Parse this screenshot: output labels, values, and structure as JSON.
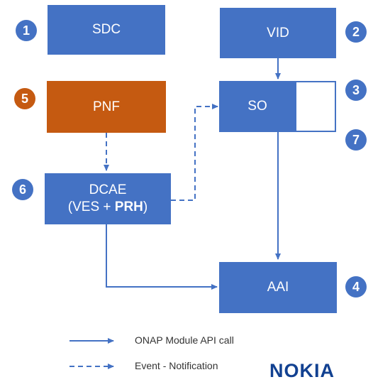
{
  "nodes": {
    "sdc": {
      "label": "SDC",
      "badge": "1"
    },
    "vid": {
      "label": "VID",
      "badge": "2"
    },
    "so": {
      "label": "SO",
      "badge": "3",
      "badge2": "7"
    },
    "aai": {
      "label": "AAI",
      "badge": "4"
    },
    "pnf": {
      "label": "PNF",
      "badge": "5"
    },
    "dcae": {
      "line1": "DCAE",
      "line2_prefix": "(VES + ",
      "line2_bold": "PRH",
      "line2_suffix": ")",
      "badge": "6"
    }
  },
  "legend": {
    "solid_label": "ONAP Module API call",
    "dashed_label": "Event - Notification"
  },
  "brand": {
    "text": "NOKIA"
  },
  "colors": {
    "blue": "#4472c4",
    "orange": "#c55a11",
    "brand": "#124191"
  }
}
